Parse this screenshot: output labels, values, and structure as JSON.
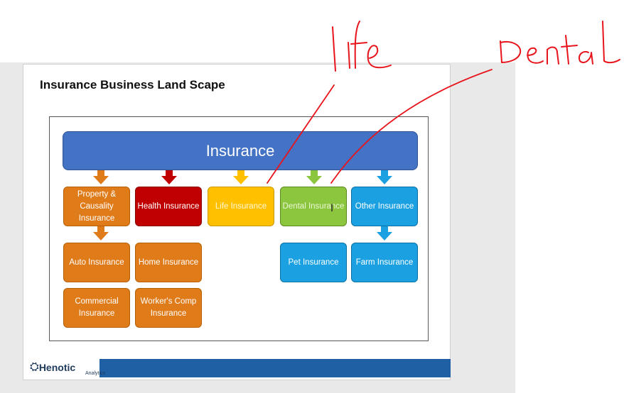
{
  "slide": {
    "title": "Insurance Business Land Scape",
    "banner": "Insurance",
    "row1": [
      {
        "label": "Property & Causality Insurance",
        "color": "#e07b1a"
      },
      {
        "label": "Health Insurance",
        "color": "#c00000"
      },
      {
        "label": "Life Insurance",
        "color": "#ffc000"
      },
      {
        "label": "Dental Insurance",
        "color": "#8cc63f"
      },
      {
        "label": "Other Insurance",
        "color": "#1ba1e2"
      }
    ],
    "sub_boxes": [
      {
        "label": "Auto Insurance"
      },
      {
        "label": "Home Insurance"
      },
      {
        "label": "Commercial Insurance"
      },
      {
        "label": "Worker's Comp Insurance"
      },
      {
        "label": "Pet Insurance"
      },
      {
        "label": "Farm Insurance"
      }
    ]
  },
  "annotations": {
    "life": "life",
    "dental": "Dental"
  },
  "logo": {
    "name": "Henotic",
    "sub": "Analytics"
  }
}
